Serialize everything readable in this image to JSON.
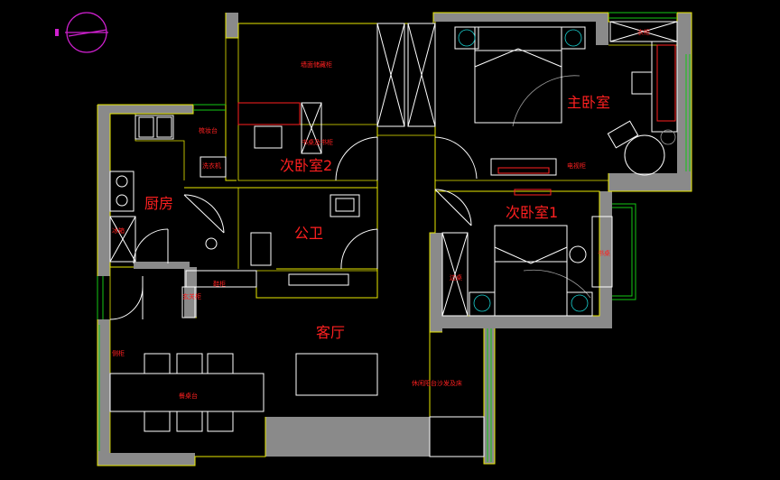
{
  "rooms": {
    "master_bedroom": "主卧室",
    "second_bedroom_2": "次卧室2",
    "second_bedroom_1": "次卧室1",
    "kitchen": "厨房",
    "bathroom": "公卫",
    "living_room": "客厅"
  },
  "labels": {
    "wall_cabinet": "墙面储藏柜",
    "desk_bookcase": "书桌及书柜",
    "study_desk": "书桌",
    "dresser": "梳妆台",
    "washer": "洗衣机",
    "fridge": "冰箱",
    "shoe_cabinet": "鞋柜",
    "entry_cabinet": "玄关柜",
    "dining_table": "餐桌台",
    "bay_window_sofa": "休闲阳台沙发及床",
    "tv_cabinet": "电视柜",
    "wardrobe": "衣柜",
    "side_table": "边桌",
    "side_cabinet": "侧柜"
  },
  "icons": {
    "north_arrow": "north-arrow-icon"
  },
  "colors": {
    "background": "#000000",
    "room_text": "#ff2020",
    "wall_line": "#e8e800",
    "wall_fill": "#8a8a8a",
    "window": "#14c814",
    "furniture": "#ffffff",
    "accent": "#d020d0"
  }
}
